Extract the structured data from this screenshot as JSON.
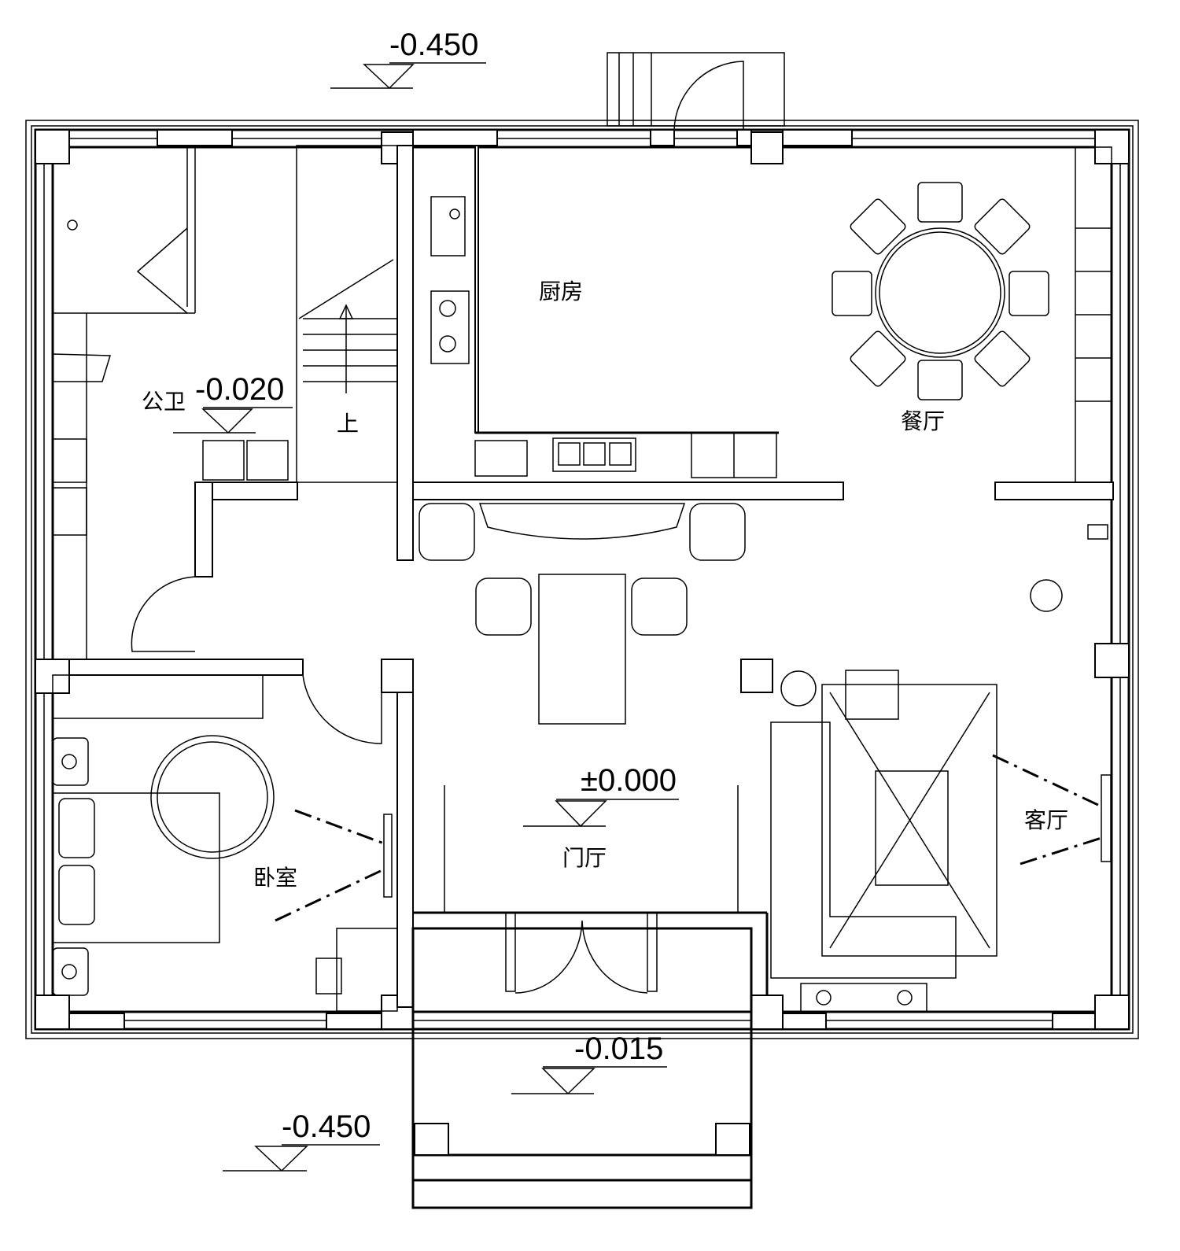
{
  "plan": {
    "rooms": {
      "bathroom": "公卫",
      "kitchen": "厨房",
      "dining": "餐厅",
      "foyer": "门厅",
      "bedroom": "卧室",
      "living": "客厅",
      "stairs_up": "上"
    },
    "levels": {
      "top_outside": "-0.450",
      "bathroom": "-0.020",
      "foyer": "±0.000",
      "porch": "-0.015",
      "bottom_outside": "-0.450"
    }
  }
}
